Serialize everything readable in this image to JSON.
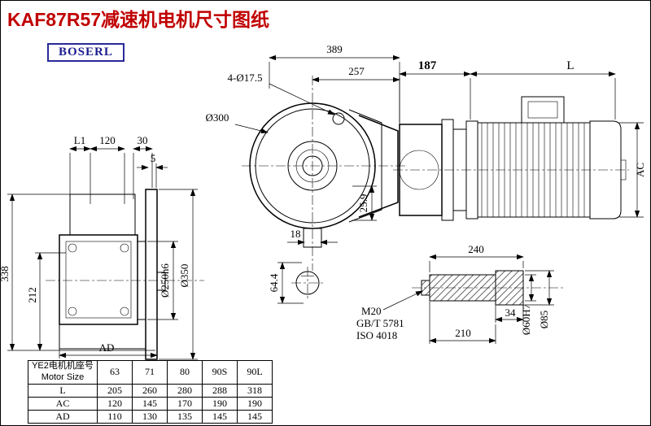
{
  "title": "KAF87R57减速机电机尺寸图纸",
  "logo": "BOSERL",
  "colors": {
    "title": "#c00000",
    "logo": "#1c1c8f",
    "line": "#000000"
  },
  "front_view": {
    "dim_width": "389",
    "dim_right": "257",
    "dim_holes": "4-Ø17.5",
    "dim_flange": "Ø300",
    "dim_offset": "25.9",
    "dim_key": "18",
    "dim_shaft_height": "64.4"
  },
  "side_view": {
    "dim_l1": "L1",
    "dim_120": "120",
    "dim_30": "30",
    "dim_5": "5",
    "dim_height": "338",
    "dim_212": "212",
    "dim_ad": "AD",
    "dim_hub": "Ø250h6",
    "dim_flange": "Ø350"
  },
  "motor_view": {
    "dim_187": "187",
    "dim_l": "L",
    "dim_ac": "AC"
  },
  "shaft_detail": {
    "dim_240": "240",
    "dim_34": "34",
    "dim_210": "210",
    "thread": "M20",
    "standard1": "GB/T 5781",
    "standard2": "ISO 4018",
    "dim_d60": "Ø60H7",
    "dim_d85": "Ø85"
  },
  "table": {
    "header_label_cn": "YE2电机机座号",
    "header_label_en": "Motor Size",
    "sizes": [
      "63",
      "71",
      "80",
      "90S",
      "90L"
    ],
    "rows": [
      {
        "label": "L",
        "values": [
          "205",
          "260",
          "280",
          "288",
          "318"
        ]
      },
      {
        "label": "AC",
        "values": [
          "120",
          "145",
          "170",
          "190",
          "190"
        ]
      },
      {
        "label": "AD",
        "values": [
          "110",
          "130",
          "135",
          "145",
          "145"
        ]
      }
    ]
  }
}
